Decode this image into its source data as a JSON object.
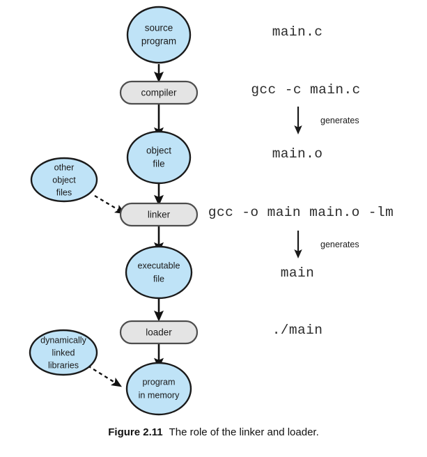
{
  "figure": {
    "caption_label": "Figure 2.11",
    "caption_text": "The role of the linker and loader."
  },
  "colors": {
    "ellipse_fill": "#bfe3f7",
    "ellipse_stroke": "#1a1a1a",
    "rect_fill": "#e4e4e4",
    "rect_stroke": "#4d4d4d",
    "arrow": "#111111",
    "text": "#1a1a1a",
    "code_text": "#2b2b2b",
    "background": "#ffffff"
  },
  "pipeline": {
    "nodes": [
      {
        "id": "source-program",
        "shape": "ellipse",
        "line1": "source",
        "line2": "program"
      },
      {
        "id": "compiler",
        "shape": "rounded-rect",
        "line1": "compiler",
        "line2": ""
      },
      {
        "id": "object-file",
        "shape": "ellipse",
        "line1": "object",
        "line2": "file"
      },
      {
        "id": "linker",
        "shape": "rounded-rect",
        "line1": "linker",
        "line2": ""
      },
      {
        "id": "executable-file",
        "shape": "ellipse",
        "line1": "executable",
        "line2": "file"
      },
      {
        "id": "loader",
        "shape": "rounded-rect",
        "line1": "loader",
        "line2": ""
      },
      {
        "id": "program-in-memory",
        "shape": "ellipse",
        "line1": "program",
        "line2": "in memory"
      }
    ]
  },
  "side_inputs": [
    {
      "id": "other-object-files",
      "line1": "other",
      "line2": "object",
      "line3": "files",
      "target": "linker"
    },
    {
      "id": "dynamically-linked-libraries",
      "line1": "dynamically",
      "line2": "linked",
      "line3": "libraries",
      "target": "program-in-memory"
    }
  ],
  "commands": [
    {
      "id": "source-file-name",
      "text": "main.c"
    },
    {
      "id": "compile-command",
      "text": "gcc -c main.c"
    },
    {
      "id": "object-file-name",
      "text": "main.o"
    },
    {
      "id": "link-command",
      "text": "gcc -o main main.o -lm"
    },
    {
      "id": "executable-name",
      "text": "main"
    },
    {
      "id": "run-command",
      "text": "./main"
    }
  ],
  "generates_labels": [
    {
      "id": "generates-compile",
      "text": "generates"
    },
    {
      "id": "generates-link",
      "text": "generates"
    }
  ]
}
